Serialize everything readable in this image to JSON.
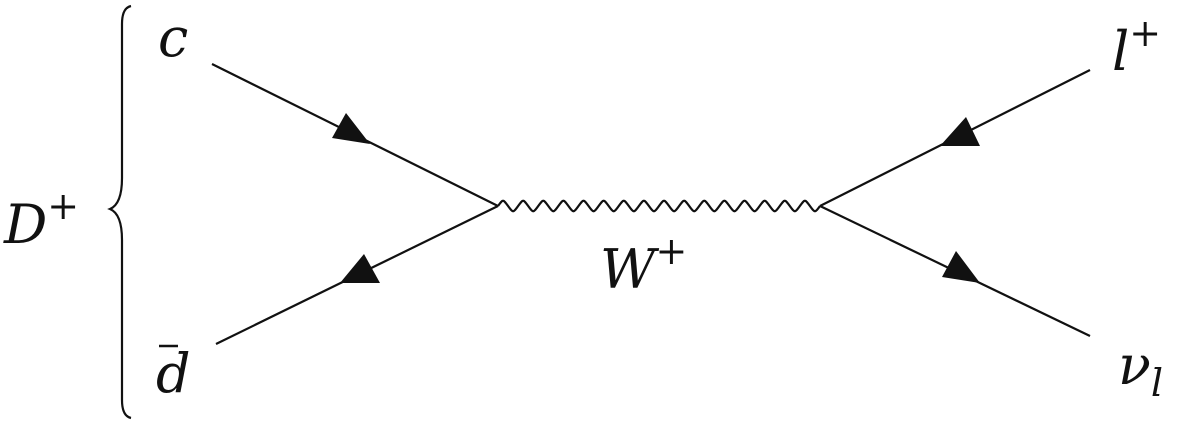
{
  "diagram": {
    "meson": {
      "base": "D",
      "sup": "+"
    },
    "quark_top": "c",
    "quark_bottom": {
      "base": "d",
      "accent": "bar"
    },
    "boson": {
      "base": "W",
      "sup": "+"
    },
    "lepton_top": {
      "base": "l",
      "sup": "+"
    },
    "lepton_bottom": {
      "base": "ν",
      "sub": "l"
    }
  },
  "colors": {
    "line": "#111111",
    "background": "#ffffff"
  }
}
